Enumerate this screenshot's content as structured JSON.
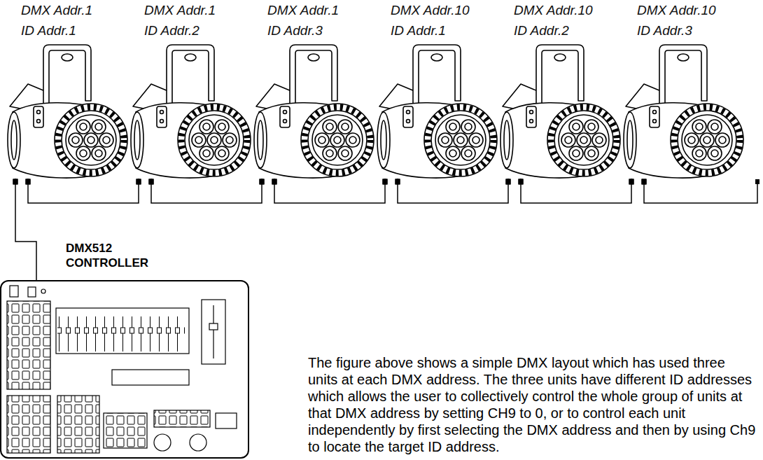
{
  "diagram": {
    "nodes": [
      {
        "text": [
          "DMX Addr.1",
          "ID Addr.1"
        ]
      },
      {
        "text": [
          "DMX Addr.1",
          "ID Addr.2"
        ]
      },
      {
        "text": [
          "DMX Addr.1",
          "ID Addr.3"
        ]
      },
      {
        "text": [
          "DMX Addr.10",
          "ID Addr.1"
        ]
      },
      {
        "text": [
          "DMX Addr.10",
          "ID Addr.2"
        ]
      },
      {
        "text": [
          "DMX Addr.10",
          "ID Addr.3"
        ]
      },
      {
        "text": [
          "DMX512 CONTROLLER"
        ]
      }
    ],
    "edges": [
      {
        "from": 6,
        "to": 0,
        "arrow": "none"
      },
      {
        "from": 0,
        "to": 1,
        "arrow": "none"
      },
      {
        "from": 1,
        "to": 2,
        "arrow": "none"
      },
      {
        "from": 2,
        "to": 3,
        "arrow": "none"
      },
      {
        "from": 3,
        "to": 4,
        "arrow": "none"
      },
      {
        "from": 4,
        "to": 5,
        "arrow": "none"
      }
    ],
    "labels": [
      "The figure above shows a simple DMX layout which has used three units at each DMX address. The three units have different ID addresses which allows the user to collectively control the whole group of units at that DMX address by setting CH9 to 0, or to control each unit independently by first selecting the DMX address and then by using Ch9 to locate the target ID address."
    ]
  }
}
